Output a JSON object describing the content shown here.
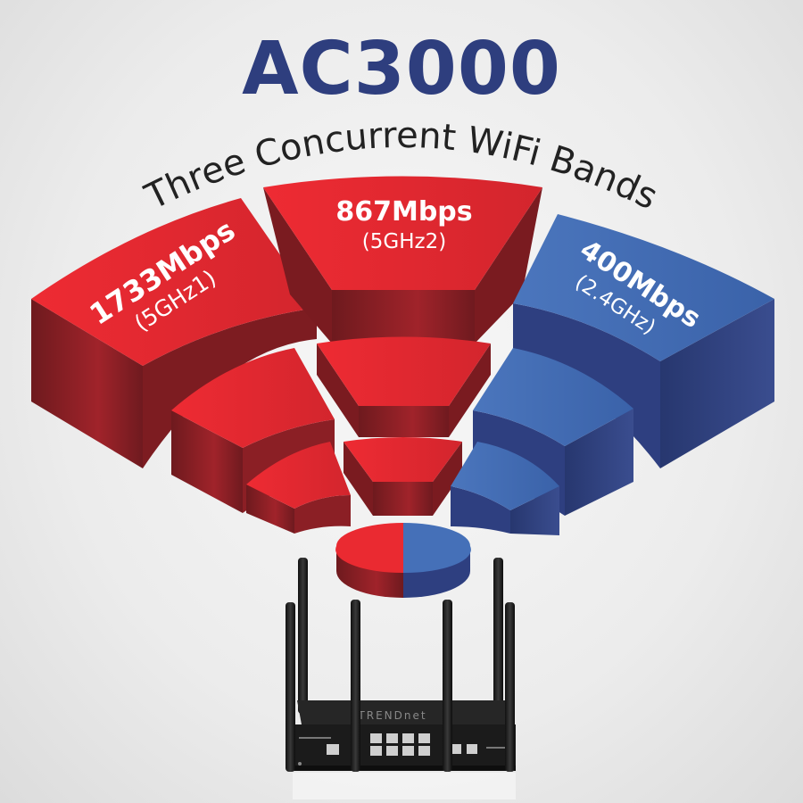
{
  "header": {
    "title": "AC3000",
    "subtitle": "Three Concurrent WiFi Bands"
  },
  "bands": [
    {
      "speed": "1733Mbps",
      "band": "(5GHz1)",
      "color": "#e8282f"
    },
    {
      "speed": "867Mbps",
      "band": "(5GHz2)",
      "color": "#e8282f"
    },
    {
      "speed": "400Mbps",
      "band": "(2.4GHz)",
      "color": "#3e68b0"
    }
  ],
  "router": {
    "brand": "TRENDnet",
    "lan_ports": 4,
    "antennas": 6
  },
  "colors": {
    "title": "#2e3e7e",
    "red_top": "#e8282f",
    "red_side": "#8e1e24",
    "blue_top": "#4169b1",
    "blue_side": "#2e3f80",
    "router_body": "#1b1b1b"
  }
}
